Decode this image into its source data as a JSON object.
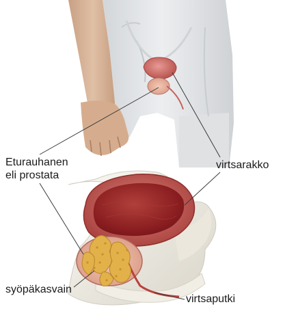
{
  "labels": {
    "prostate_line1": "Eturauhanen",
    "prostate_line2": "eli prostata",
    "bladder": "virtsarakko",
    "tumor": "syöpäkasvain",
    "urethra": "virtsaputki"
  },
  "colors": {
    "leader_line": "#3a3a3a",
    "shorts": "#e2e4e6",
    "skin": "#d9b79a",
    "bladder_wall": "#c55a55",
    "bladder_inner": "#8e1f22",
    "tumor": "#e2b14a",
    "tissue": "#efece4"
  }
}
